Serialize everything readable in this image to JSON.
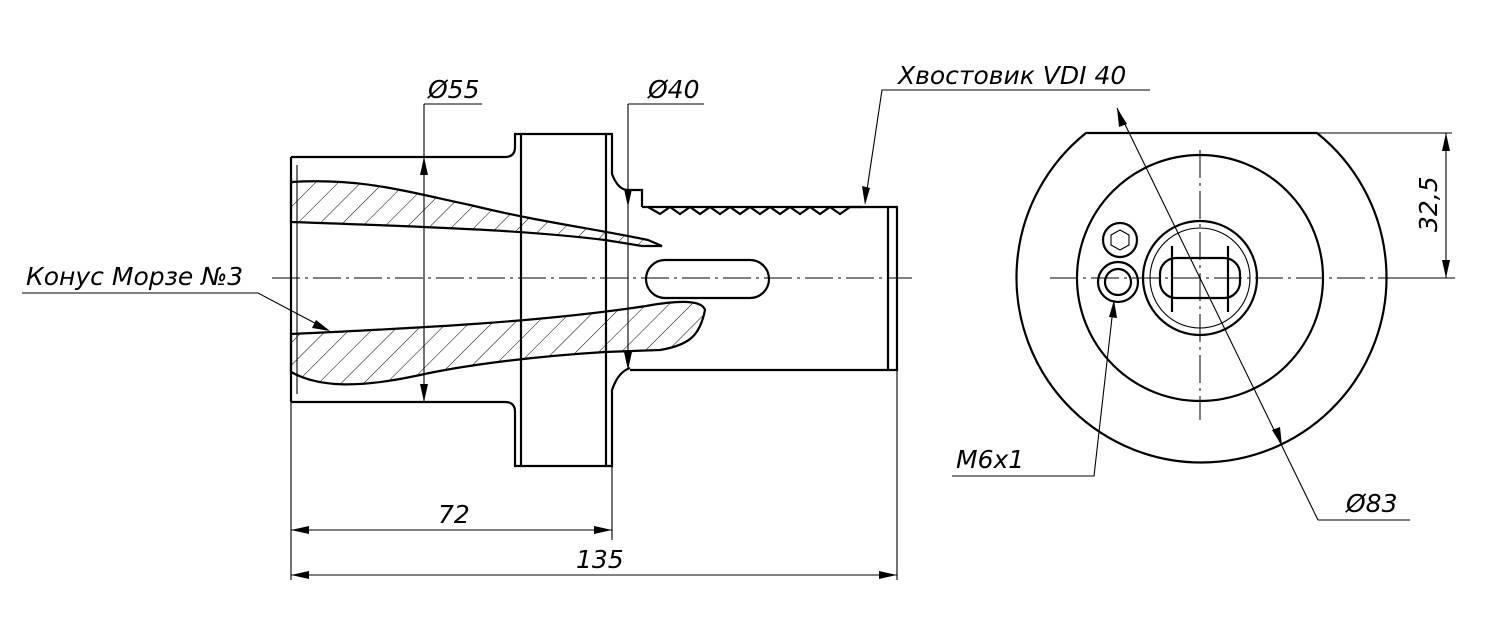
{
  "labels": {
    "shank": "Хвостовик VDI 40",
    "cone": "Конус Морзе №3",
    "dia55": "Ø55",
    "dia40": "Ø40",
    "dia83": "Ø83",
    "thread": "M6x1",
    "len72": "72",
    "len135": "135",
    "dim32_5": "32,5"
  }
}
